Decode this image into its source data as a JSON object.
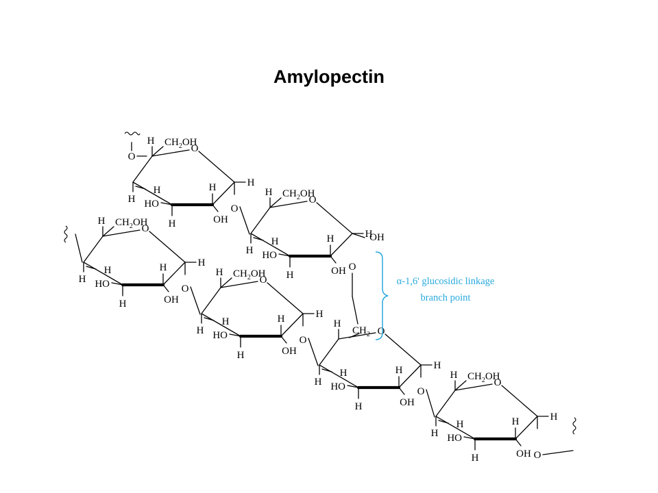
{
  "title": "Amylopectin",
  "atoms": {
    "H": "H",
    "O": "O",
    "OH": "OH",
    "HO": "HO",
    "CH": "CH",
    "OH_tail": "OH",
    "sub2": "2"
  },
  "annotation": {
    "line1": "α-1,6' glucosidic linkage",
    "line2": "branch point"
  },
  "colors": {
    "annotation": "#29a9de",
    "structure": "#000000",
    "background": "#ffffff"
  }
}
